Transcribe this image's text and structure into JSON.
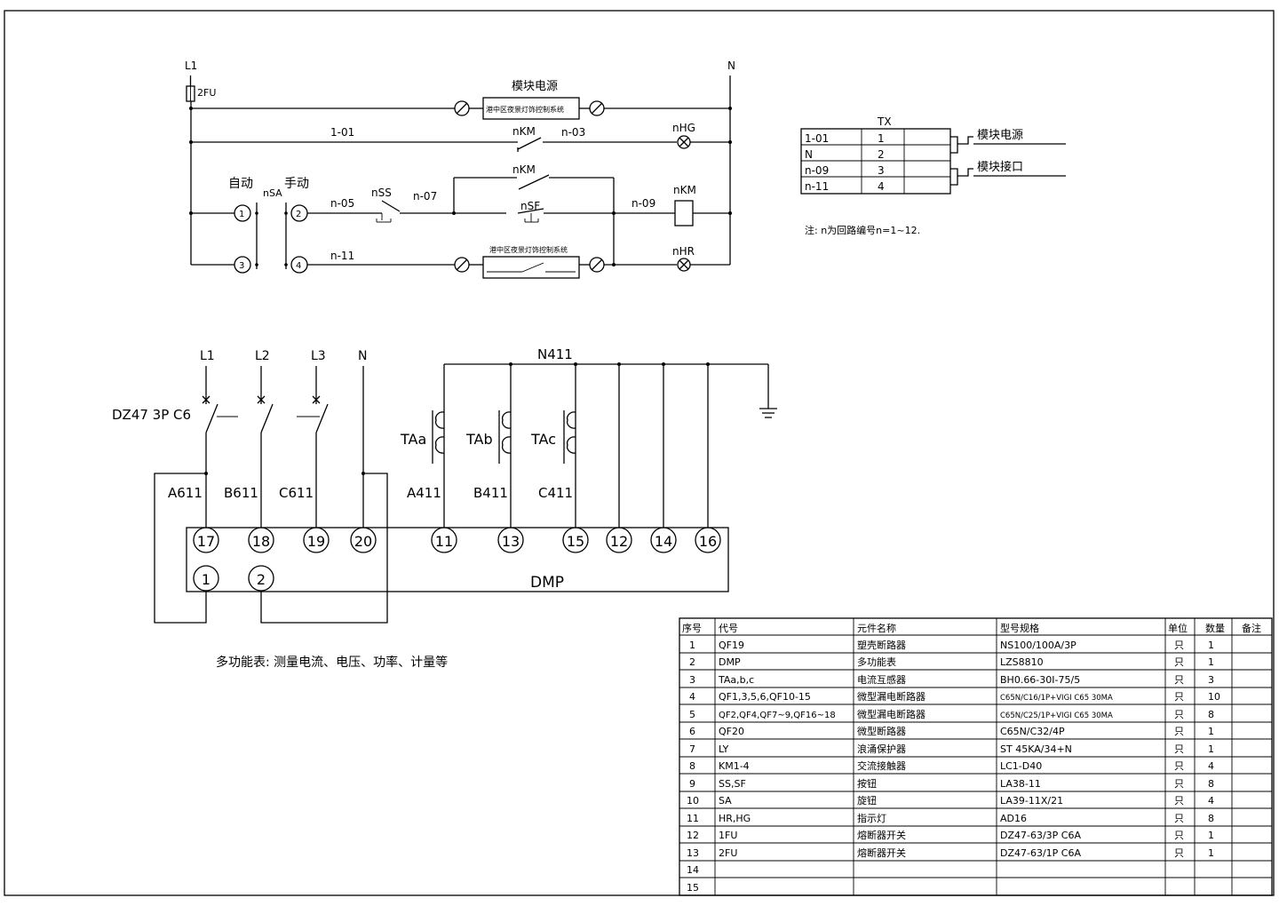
{
  "control_circuit": {
    "l1": "L1",
    "fuse": "2FU",
    "n": "N",
    "module_power": "模块电源",
    "light_ctrl_upper": "港中区夜景灯饰控制系统",
    "light_ctrl_lower": "港中区夜景灯饰控制系统",
    "wire_101": "1-01",
    "nkm_contact_top": "nKM",
    "wire_n03": "n-03",
    "nhg": "nHG",
    "auto": "自动",
    "nsa": "nSA",
    "manual": "手动",
    "nss": "nSS",
    "wire_n05": "n-05",
    "wire_n07": "n-07",
    "nkm_contact_mid": "nKM",
    "nsf": "nSF",
    "wire_n09": "n-09",
    "nkm_coil": "nKM",
    "wire_n11": "n-11",
    "nhr": "nHR",
    "term_1": "1",
    "term_2": "2",
    "term_3": "3",
    "term_4": "4"
  },
  "tx_block": {
    "title": "TX",
    "rows": [
      {
        "wire": "1-01",
        "num": "1"
      },
      {
        "wire": "N",
        "num": "2"
      },
      {
        "wire": "n-09",
        "num": "3"
      },
      {
        "wire": "n-11",
        "num": "4"
      }
    ],
    "label_power": "模块电源",
    "label_interface": "模块接口",
    "note": "注: n为回路编号n=1~12."
  },
  "meter_circuit": {
    "l1": "L1",
    "l2": "L2",
    "l3": "L3",
    "n": "N",
    "breaker": "DZ47 3P C6",
    "n411": "N411",
    "taa": "TAa",
    "tab": "TAb",
    "tac": "TAc",
    "a611": "A611",
    "b611": "B611",
    "c611": "C611",
    "a411": "A411",
    "b411": "B411",
    "c411": "C411",
    "terminals_top": [
      "17",
      "18",
      "19",
      "20",
      "11",
      "13",
      "15",
      "12",
      "14",
      "16"
    ],
    "terminals_bottom": [
      "1",
      "2"
    ],
    "dmp": "DMP",
    "caption": "多功能表: 测量电流、电压、功率、计量等"
  },
  "bom_table": {
    "headers": [
      "序号",
      "代号",
      "元件名称",
      "型号规格",
      "单位",
      "数量",
      "备注"
    ],
    "rows": [
      [
        "1",
        "QF19",
        "塑壳断路器",
        "NS100/100A/3P",
        "只",
        "1",
        ""
      ],
      [
        "2",
        "DMP",
        "多功能表",
        "LZS8810",
        "只",
        "1",
        ""
      ],
      [
        "3",
        "TAa,b,c",
        "电流互感器",
        "BH0.66-30I-75/5",
        "只",
        "3",
        ""
      ],
      [
        "4",
        "QF1,3,5,6,QF10-15",
        "微型漏电断路器",
        "C65N/C16/1P+VIGI C65 30MA",
        "只",
        "10",
        ""
      ],
      [
        "5",
        "QF2,QF4,QF7~9,QF16~18",
        "微型漏电断路器",
        "C65N/C25/1P+VIGI C65 30MA",
        "只",
        "8",
        ""
      ],
      [
        "6",
        "QF20",
        "微型断路器",
        "C65N/C32/4P",
        "只",
        "1",
        ""
      ],
      [
        "7",
        "LY",
        "浪涌保护器",
        "ST 45KA/34+N",
        "只",
        "1",
        ""
      ],
      [
        "8",
        "KM1-4",
        "交流接触器",
        "LC1-D40",
        "只",
        "4",
        ""
      ],
      [
        "9",
        "SS,SF",
        "按钮",
        "LA38-11",
        "只",
        "8",
        ""
      ],
      [
        "10",
        "SA",
        "旋钮",
        "LA39-11X/21",
        "只",
        "4",
        ""
      ],
      [
        "11",
        "HR,HG",
        "指示灯",
        "AD16",
        "只",
        "8",
        ""
      ],
      [
        "12",
        "1FU",
        "熔断器开关",
        "DZ47-63/3P C6A",
        "只",
        "1",
        ""
      ],
      [
        "13",
        "2FU",
        "熔断器开关",
        "DZ47-63/1P C6A",
        "只",
        "1",
        ""
      ],
      [
        "14",
        "",
        "",
        "",
        "",
        "",
        ""
      ],
      [
        "15",
        "",
        "",
        "",
        "",
        "",
        ""
      ]
    ]
  }
}
